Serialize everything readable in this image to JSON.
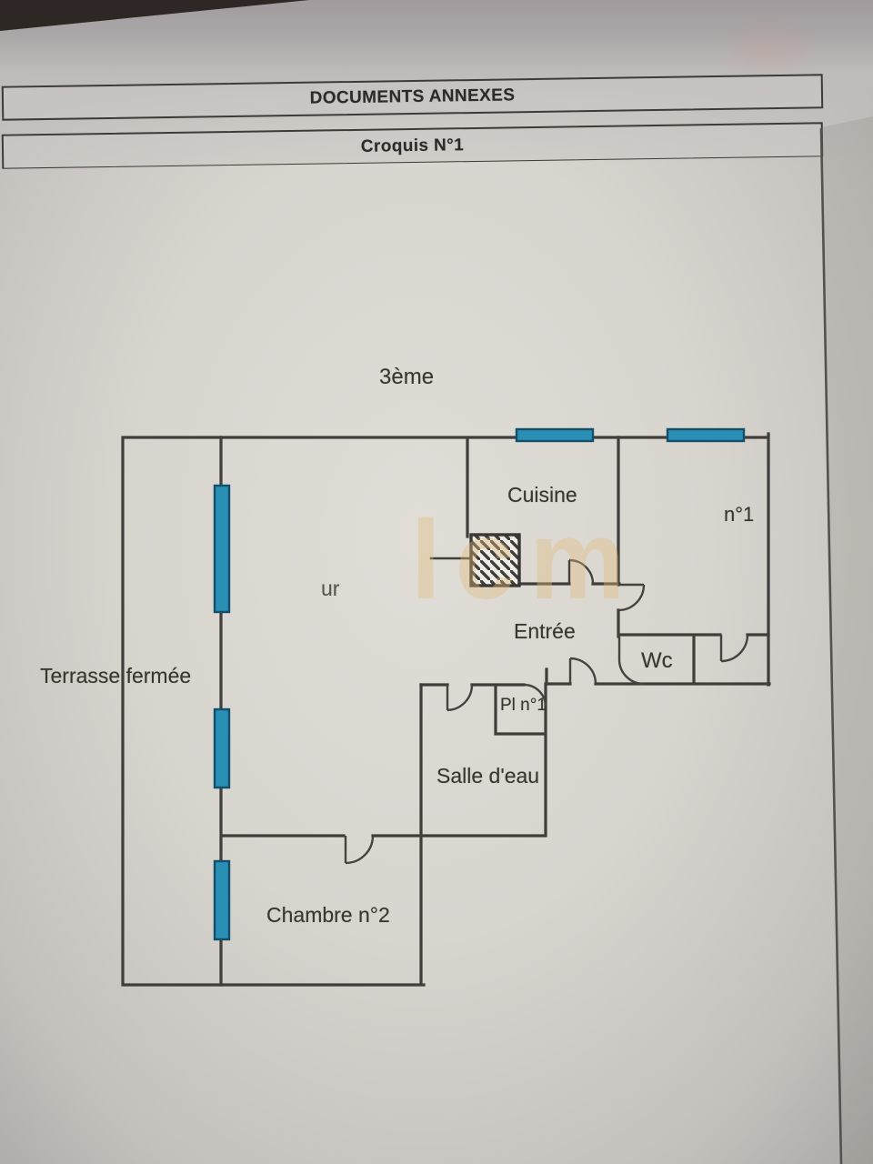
{
  "document": {
    "header1": "DOCUMENTS ANNEXES",
    "header2": "Croquis N°1"
  },
  "plan": {
    "floor_label": "3ème",
    "rooms": {
      "cuisine": "Cuisine",
      "chambre1": "n°1",
      "sejour_partial": "ur",
      "entree": "Entrée",
      "wc": "Wc",
      "placard": "Pl n°1",
      "salle_deau": "Salle d'eau",
      "chambre2": "Chambre n°2",
      "terrasse": "Terrasse fermée"
    },
    "watermark": "lcm",
    "colors": {
      "wall": "#403e3b",
      "window_fill": "#2a8fb4",
      "window_border": "#134f6b",
      "paper": "#d8d5cf"
    }
  }
}
